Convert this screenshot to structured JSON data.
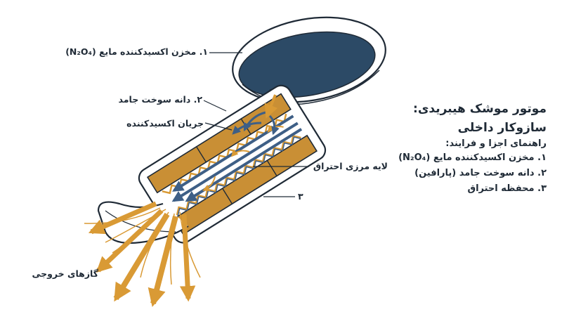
{
  "labels": {
    "tank": "۱. مخزن اکسیدکننده مایع (N₂O₄)",
    "grain": "۲. دانه سوخت جامد",
    "oxidizer_flow": "جریان اکسیدکننده",
    "boundary_layer": "لایه مرزی احتراق",
    "chamber": "۳",
    "exhaust": "گازهای خروجی"
  },
  "side_panel": {
    "title_line1": "موتور موشک هیبریدی:",
    "title_line2": "سازوکار داخلی",
    "guide_title": "راهنمای اجزا و فرایند:",
    "items": [
      "۱. مخزن اکسیدکننده مایع (N₂O₄)",
      "۲. دانه سوخت جامد (پارافین)",
      "۳. محفظه احتراق"
    ]
  },
  "colors": {
    "tank_fill": "#2c4a66",
    "outline": "#1f2a36",
    "fuel": "#c98f35",
    "flame": "#d99a35",
    "oxidizer_arrow": "#3e5f86"
  }
}
